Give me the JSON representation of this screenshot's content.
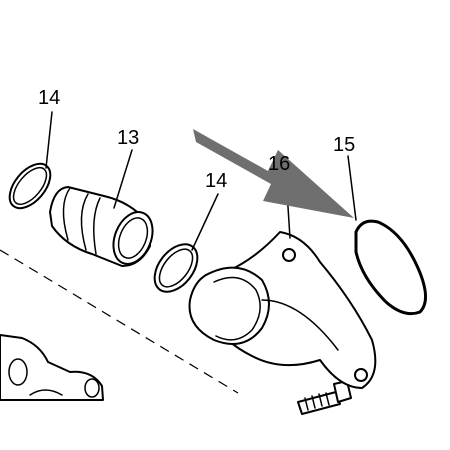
{
  "diagram": {
    "callouts": [
      {
        "id": "oring-left",
        "text": "14"
      },
      {
        "id": "pipe",
        "text": "13"
      },
      {
        "id": "oring-mid",
        "text": "14"
      },
      {
        "id": "elbow",
        "text": "16"
      },
      {
        "id": "gasket",
        "text": "15"
      }
    ],
    "colors": {
      "line": "#000000",
      "arrow": "#6f6f6f",
      "background": "#ffffff"
    },
    "arrow_target": "15"
  }
}
